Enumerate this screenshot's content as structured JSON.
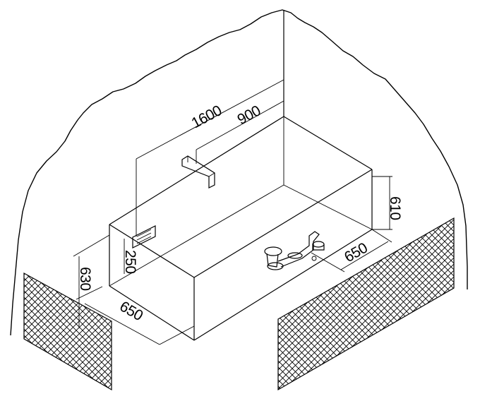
{
  "dimensions": {
    "total_length": "1600",
    "faucet_offset": "900",
    "depth": "610",
    "width_right": "650",
    "width_left": "650",
    "height": "630",
    "overflow_height": "250"
  },
  "colors": {
    "line": "#000000",
    "background": "#ffffff"
  }
}
